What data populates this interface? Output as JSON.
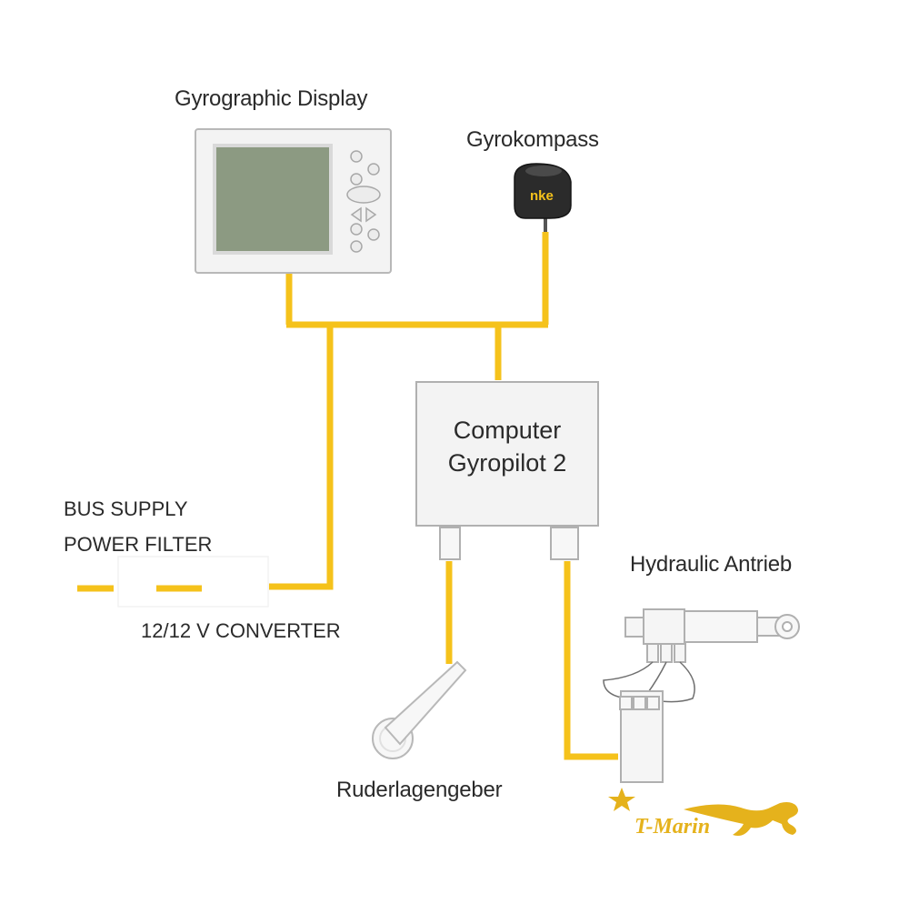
{
  "diagram": {
    "components": {
      "display": "Gyrographic Display",
      "compass": "Gyrokompass",
      "compass_brand": "nke",
      "computer_line1": "Computer",
      "computer_line2": "Gyropilot 2",
      "bus_supply_line1": "BUS SUPPLY",
      "bus_supply_line2": "POWER FILTER",
      "converter": "12/12 V CONVERTER",
      "hydraulic": "Hydraulic Antrieb",
      "rudder_sensor": "Ruderlagengeber"
    },
    "logo": {
      "text": "T-Marin"
    },
    "colors": {
      "cable": "#f5c21b",
      "screen": "#8c9a82",
      "device_fill": "#f3f3f3",
      "device_stroke": "#b8b8b8",
      "logo": "#e5b21c"
    }
  }
}
